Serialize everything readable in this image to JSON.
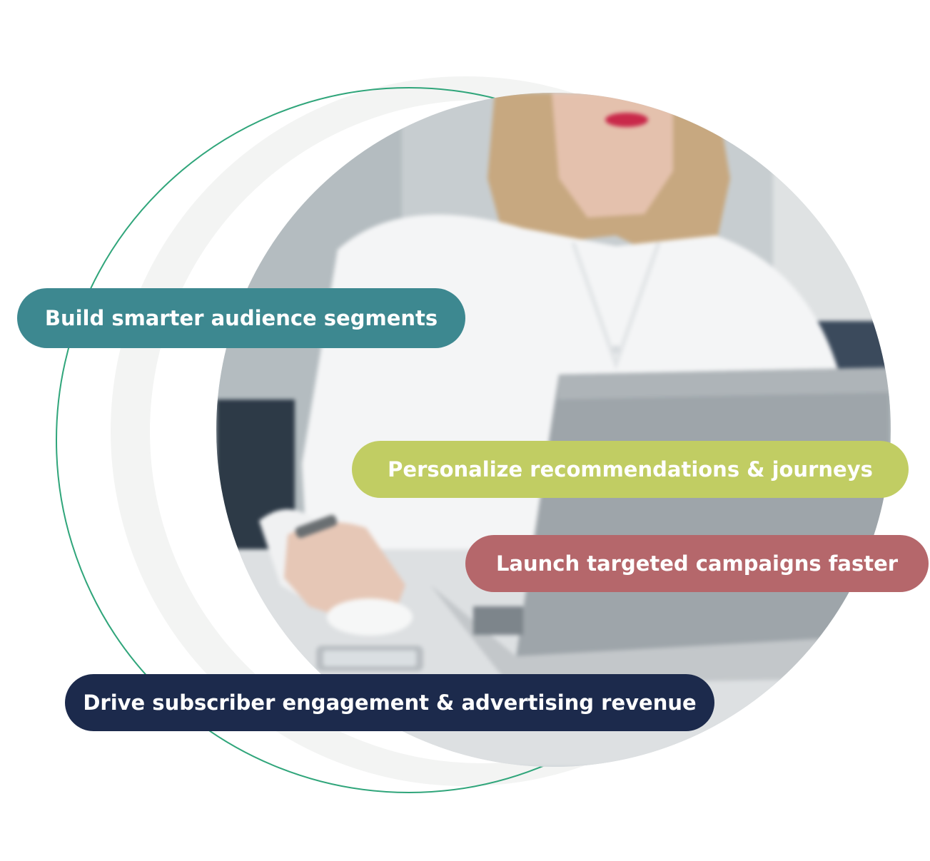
{
  "features": [
    {
      "label": "Build smarter audience segments",
      "color": "#3d8890"
    },
    {
      "label": "Personalize recommendations & journeys",
      "color": "#c1cd63"
    },
    {
      "label": "Launch targeted campaigns faster",
      "color": "#b5676b"
    },
    {
      "label": "Drive subscriber engagement & advertising revenue",
      "color": "#1c2a4c"
    }
  ],
  "decor": {
    "outline_ring_color": "#2fa57a",
    "background_ring_color": "#f3f4f3"
  }
}
